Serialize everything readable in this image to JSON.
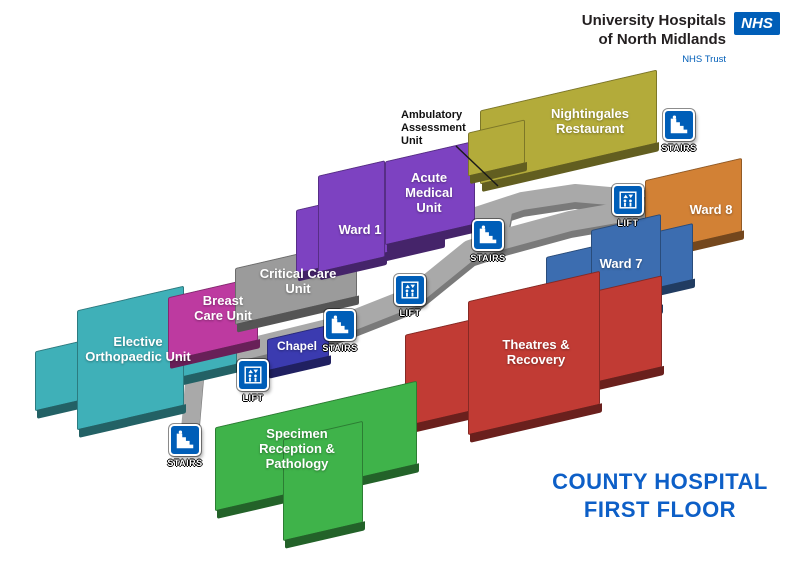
{
  "header": {
    "org_line1": "University Hospitals",
    "org_line2": "of North Midlands",
    "logo_text": "NHS",
    "trust_label": "NHS Trust"
  },
  "title": {
    "line1": "COUNTY HOSPITAL",
    "line2": "FIRST FLOOR"
  },
  "colors": {
    "nhs_blue": "#005EB8",
    "title_blue": "#0d5fc7",
    "corridor": "#a9a9a9",
    "text_black": "#231f20"
  },
  "departments": {
    "nightingales": {
      "label": "Nightingales Restaurant",
      "color": "#b3ab3a"
    },
    "ward8": {
      "label": "Ward 8",
      "color": "#d28135"
    },
    "ward7": {
      "label": "Ward 7",
      "color": "#3c6db0"
    },
    "theatres": {
      "label": "Theatres & Recovery",
      "color": "#c13b34"
    },
    "acute_medical": {
      "label": "Acute Medical Unit",
      "color": "#7d42c1"
    },
    "ward1": {
      "label": "Ward 1",
      "color": "#7d42c1"
    },
    "ambulatory": {
      "label": "Ambulatory Assessment Unit"
    },
    "critical_care": {
      "label": "Critical Care Unit",
      "color": "#9b9b9b"
    },
    "breast_care": {
      "label": "Breast Care Unit",
      "color": "#bd3aa0"
    },
    "chapel": {
      "label": "Chapel",
      "color": "#3b3bb0"
    },
    "elective_ortho": {
      "label": "Elective Orthopaedic Unit",
      "color": "#3fb0b8"
    },
    "specimen": {
      "label": "Specimen Reception & Pathology",
      "color": "#3fb34a"
    }
  },
  "wayfinding": {
    "stairs_label": "STAIRS",
    "lift_label": "LIFT"
  }
}
